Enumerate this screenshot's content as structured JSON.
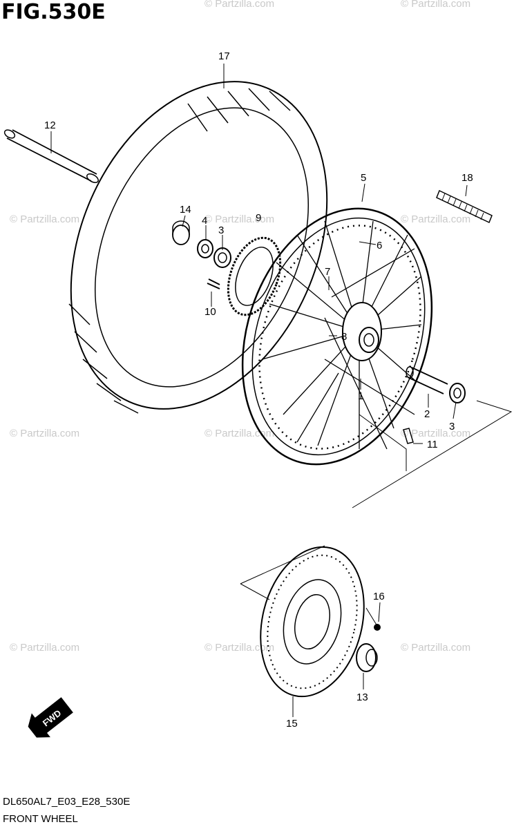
{
  "figure": {
    "title": "FIG.530E",
    "model_code": "DL650AL7_E03_E28_530E",
    "section_name": "FRONT WHEEL",
    "fwd_label": "FWD"
  },
  "watermark": {
    "text": "© Partzilla.com"
  },
  "callouts": [
    {
      "id": "1",
      "part": "hub"
    },
    {
      "id": "2",
      "part": "spacer"
    },
    {
      "id": "3",
      "part": "bearing"
    },
    {
      "id": "4",
      "part": "oil seal"
    },
    {
      "id": "5",
      "part": "rim"
    },
    {
      "id": "6",
      "part": "spoke set"
    },
    {
      "id": "7",
      "part": "bolt"
    },
    {
      "id": "8",
      "part": "nut"
    },
    {
      "id": "9",
      "part": "sensor ring"
    },
    {
      "id": "10",
      "part": "screw"
    },
    {
      "id": "11",
      "part": "valve"
    },
    {
      "id": "12",
      "part": "axle"
    },
    {
      "id": "13",
      "part": "spacer"
    },
    {
      "id": "14",
      "part": "collar"
    },
    {
      "id": "15",
      "part": "brake disc"
    },
    {
      "id": "16",
      "part": "bolt"
    },
    {
      "id": "17",
      "part": "tire"
    },
    {
      "id": "18",
      "part": "weight"
    }
  ],
  "colors": {
    "line": "#000000",
    "watermark": "#c9c9c9",
    "background": "#ffffff"
  }
}
